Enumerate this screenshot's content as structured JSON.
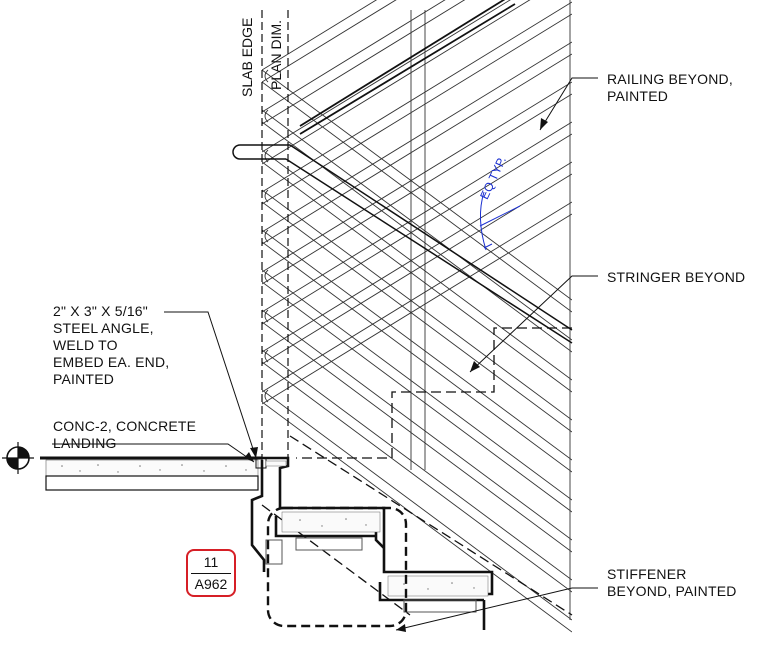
{
  "labels": {
    "slab_edge": "SLAB EDGE",
    "plan_dim": "PLAN DIM.",
    "railing": "RAILING BEYOND,\nPAINTED",
    "eq_typ": "EQ\nTYP.",
    "stringer": "STRINGER BEYOND",
    "angle": "2\" X 3\" X 5/16\"\nSTEEL ANGLE,\nWELD TO\nEMBED EA. END,\nPAINTED",
    "landing": "CONC-2, CONCRETE\nLANDING",
    "stiffener": "STIFFENER\nBEYOND, PAINTED"
  },
  "detail_tag": {
    "number": "11",
    "sheet": "A962"
  },
  "colors": {
    "line": "#111111",
    "dimension": "#1a2fd0",
    "tag": "#d61f26"
  }
}
